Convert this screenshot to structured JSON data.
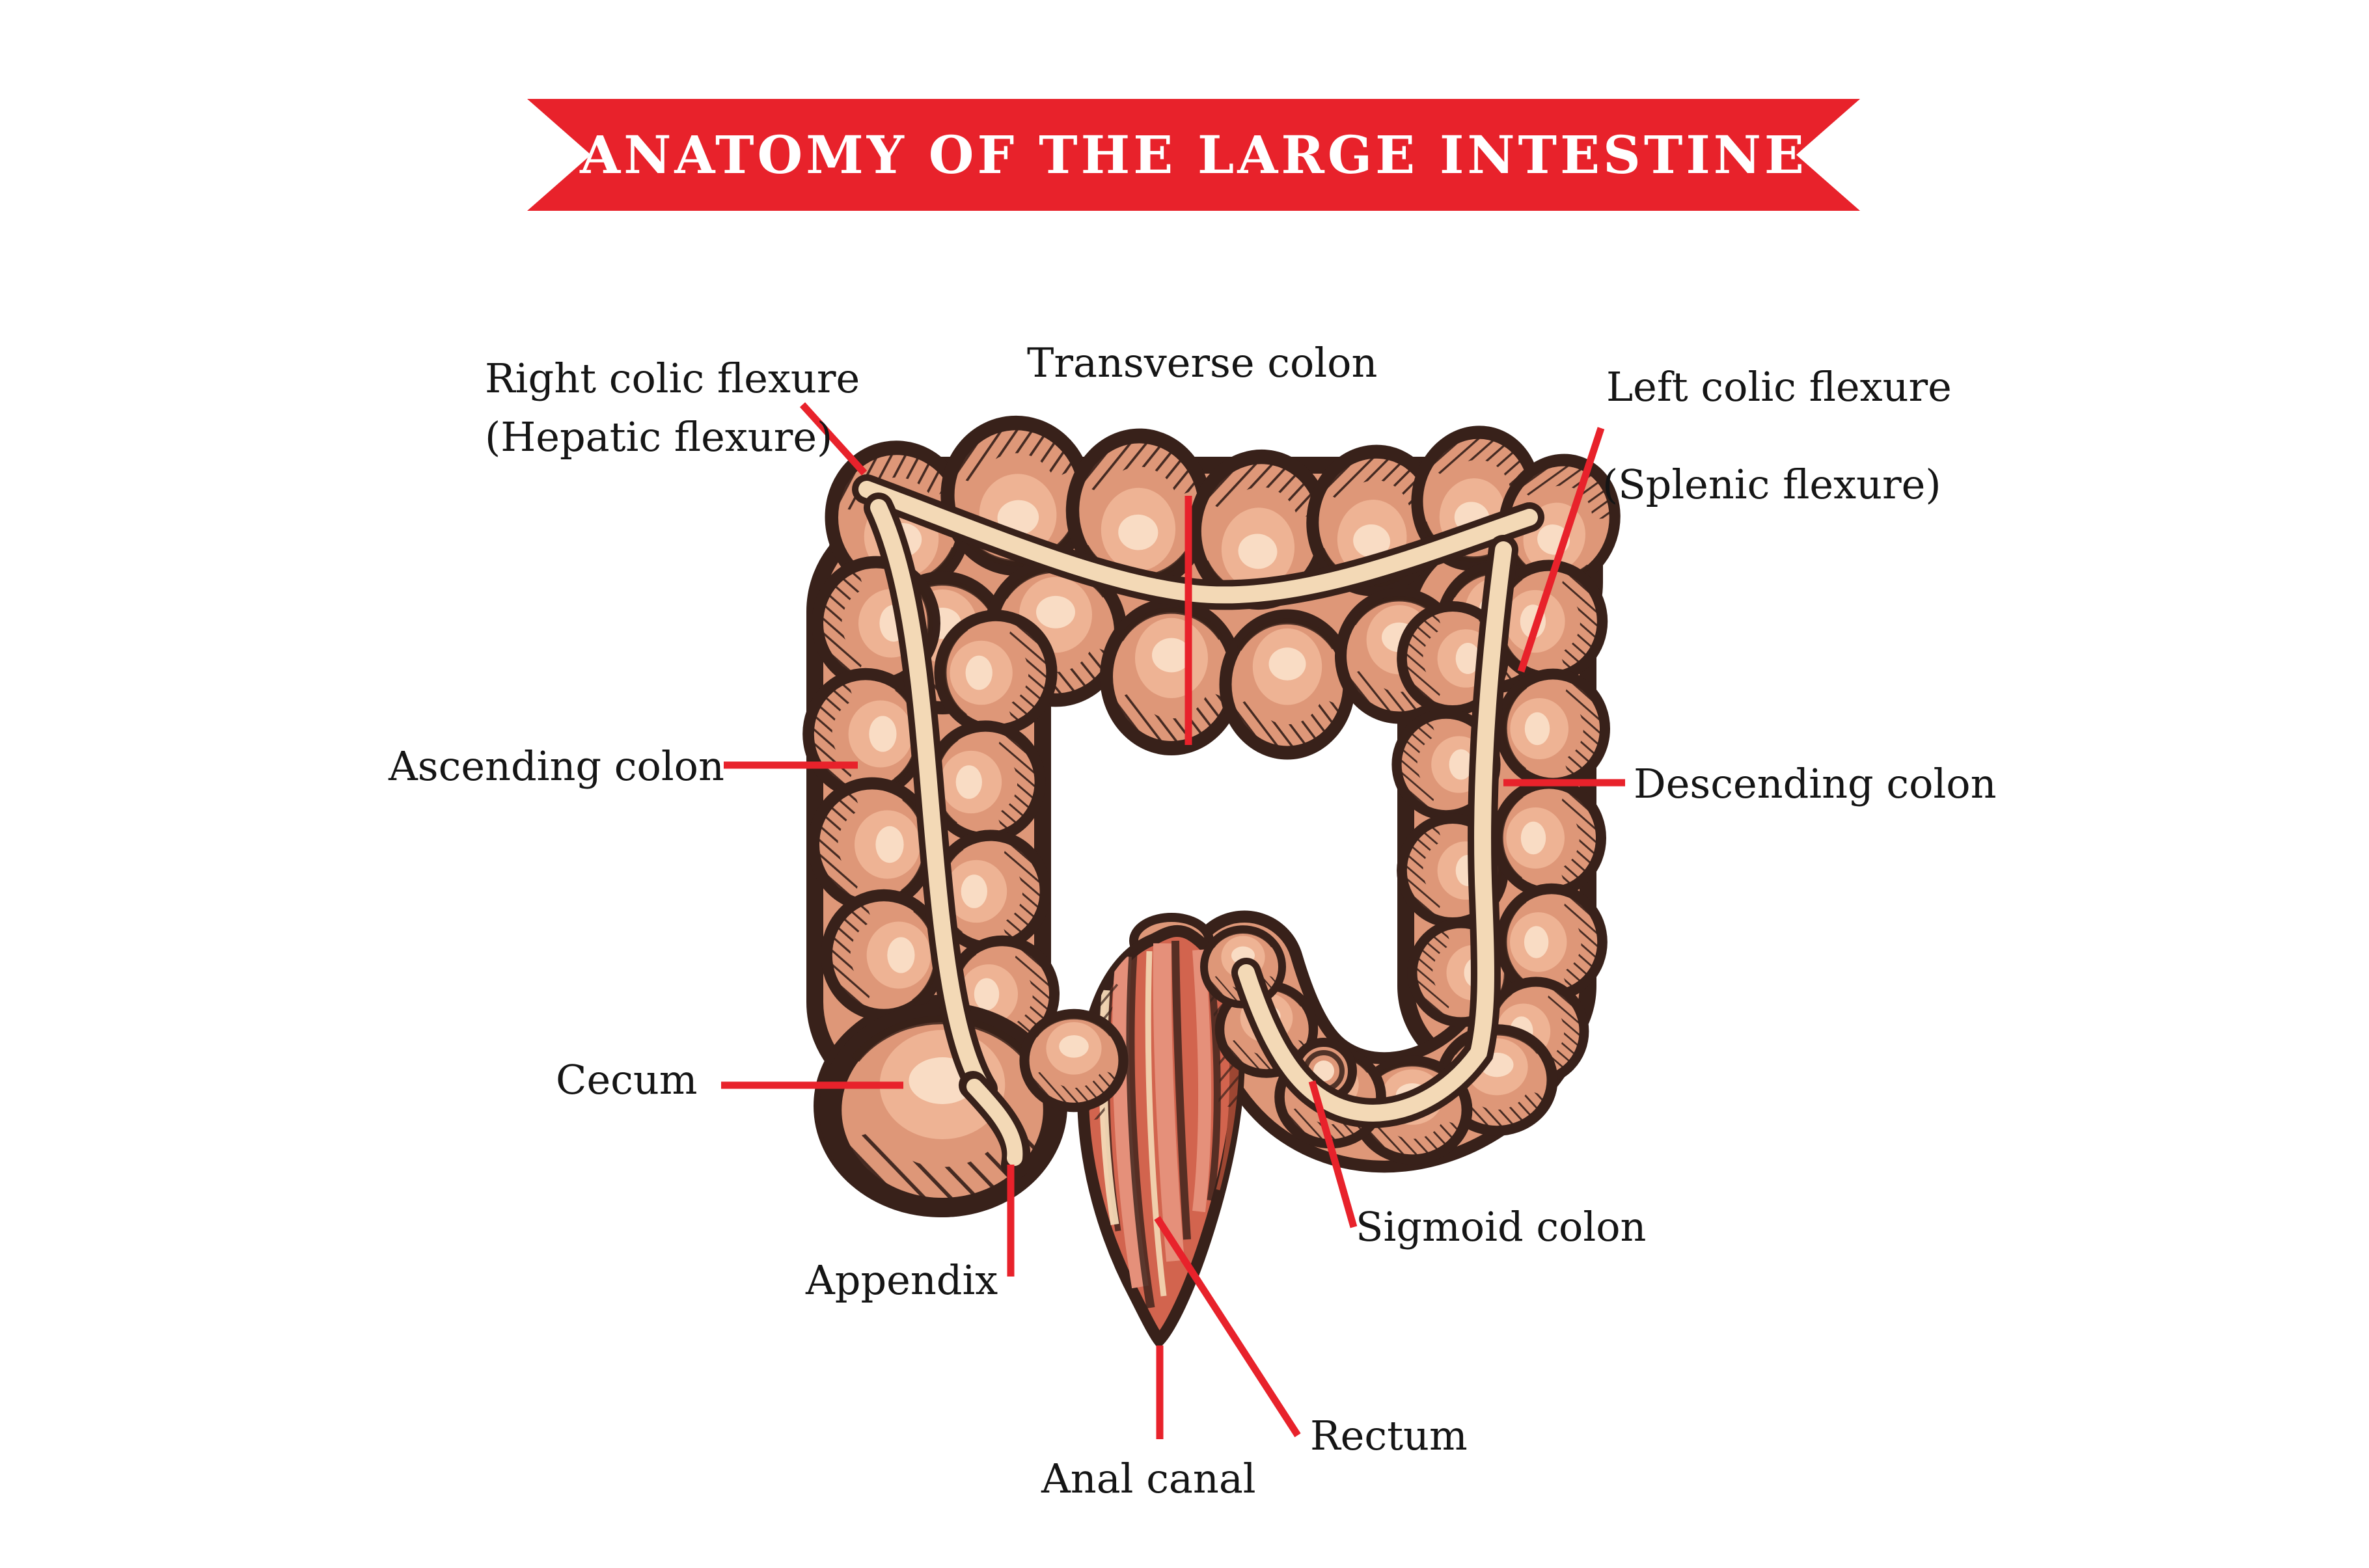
{
  "banner": {
    "title": "ANATOMY OF THE LARGE INTESTINE"
  },
  "labels": {
    "right_colic_flexure_line1": "Right colic flexure",
    "right_colic_flexure_line2": "(Hepatic flexure)",
    "transverse_colon": "Transverse colon",
    "left_colic_flexure_line1": "Left colic flexure",
    "left_colic_flexure_line2": "(Splenic flexure)",
    "ascending_colon": "Ascending colon",
    "descending_colon": "Descending colon",
    "cecum": "Cecum",
    "appendix": "Appendix",
    "sigmoid_colon": "Sigmoid colon",
    "rectum": "Rectum",
    "anal_canal": "Anal canal"
  },
  "colors": {
    "banner_red": "#e8222b",
    "leader_red": "#e8222b",
    "title_text": "#ffffff",
    "label_text": "#151515",
    "outline_brown": "#38211a",
    "flesh": "#de9778",
    "flesh_light": "#eeb394",
    "cream_highlight": "#f9dcc4",
    "taenia_cream": "#f3d9b6",
    "rectum_red": "#d2644e",
    "rectum_stripe_light": "#e5907a",
    "rectum_shadow": "#9c4632",
    "background": "#ffffff"
  }
}
